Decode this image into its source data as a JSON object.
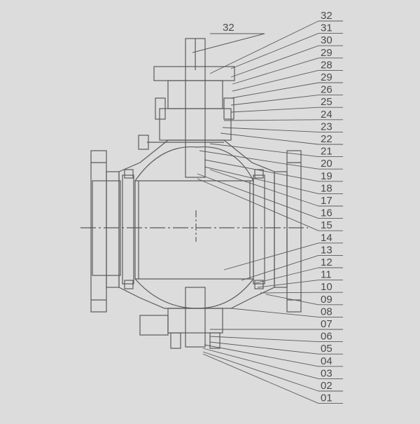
{
  "drawing": {
    "top_callout": "32",
    "callouts": [
      "32",
      "31",
      "30",
      "29",
      "28",
      "29",
      "26",
      "25",
      "24",
      "23",
      "22",
      "21",
      "20",
      "19",
      "18",
      "17",
      "16",
      "15",
      "14",
      "13",
      "12",
      "11",
      "10",
      "09",
      "08",
      "07",
      "06",
      "05",
      "04",
      "03",
      "02",
      "01"
    ]
  },
  "colors": {
    "background": "#dcdcdc",
    "line": "#5a5a5a",
    "text": "#4a4a4a"
  }
}
